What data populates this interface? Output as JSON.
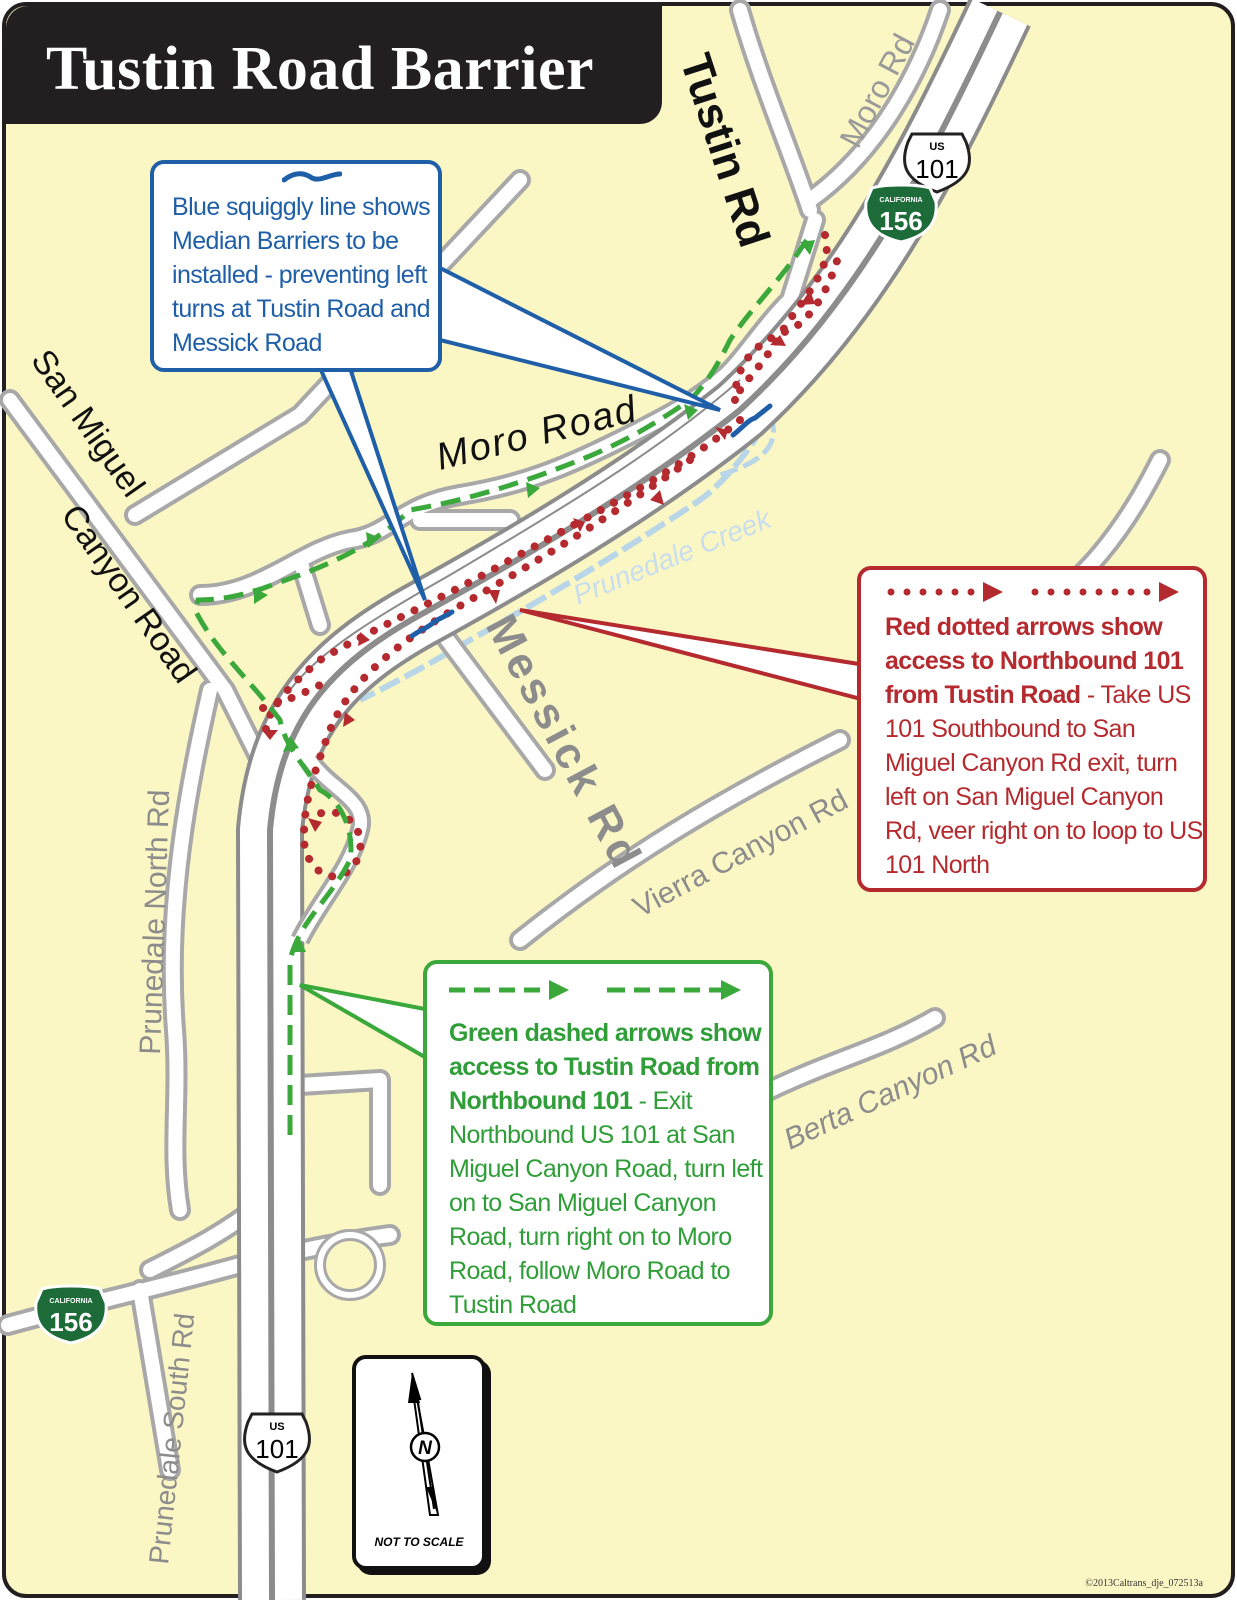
{
  "title": "Tustin Road Barrier",
  "colors": {
    "land": "#fbf7c4",
    "road_fill": "#ffffff",
    "road_edge": "#9a9a9a",
    "water": "#b9d6e8",
    "blue": "#1f5fa8",
    "red": "#b52a2e",
    "green": "#3aa83a",
    "frame": "#231f20"
  },
  "blue_callout": {
    "text": "Blue squiggly line shows Median Barriers to be installed - preventing left turns at Tustin Road and Messick Road"
  },
  "red_callout": {
    "bold": "Red dotted arrows show access to Northbound 101 from Tustin Road",
    "text": " - Take US 101 Southbound to San Miguel Canyon Rd exit, turn left on San Miguel Canyon Rd, veer right on to loop to US 101 North"
  },
  "green_callout": {
    "bold": "Green dashed arrows show access to Tustin Road from Northbound 101",
    "text": " - Exit Northbound US 101 at San Miguel Canyon Road, turn left on to San Miguel Canyon Road, turn right on to Moro Road, follow Moro Road to Tustin Road"
  },
  "roads": {
    "tustin": "Tustin Rd",
    "moro_rd": "Moro Rd",
    "moro_road": "Moro Road",
    "san_miguel": "San Miguel",
    "canyon_road": "Canyon Road",
    "messick": "Messick Rd",
    "vierra": "Vierra Canyon Rd",
    "berta": "Berta Canyon Rd",
    "prunedale_north": "Prunedale North Rd",
    "prunedale_south": "Prunedale South Rd",
    "creek": "Prunedale Creek"
  },
  "shields": {
    "us_label": "US",
    "us_number": "101",
    "ca_label": "CALIFORNIA",
    "ca_number": "156"
  },
  "north": "N",
  "scale_note": "NOT TO SCALE",
  "copyright": "©2013Caltrans_dje_072513a"
}
